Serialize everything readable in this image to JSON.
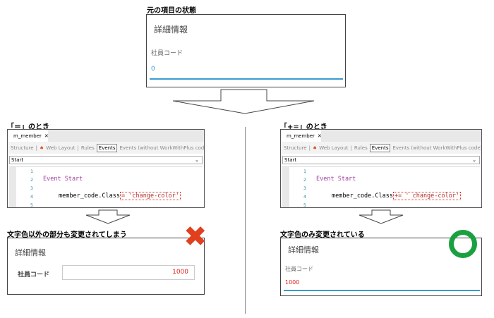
{
  "original": {
    "label": "元の項目の状態",
    "section_title": "詳細情報",
    "field_label": "社員コード",
    "field_value": "0"
  },
  "left": {
    "label": "「＝」のとき",
    "tab": "m_member",
    "tabs": [
      "Structure",
      "Web Layout",
      "Rules",
      "Events",
      "Events (without WorkWithPlus code)"
    ],
    "dropdown": "Start",
    "lines": [
      "1",
      "2",
      "3",
      "4",
      "5"
    ],
    "code_event": "Event Start",
    "code_prop": "member_code.Class",
    "code_op": "= 'change-color'",
    "result_label": "文字色以外の部分も変更されてしまう",
    "result_title": "詳細情報",
    "result_field_label": "社員コード",
    "result_value": "1000",
    "mark": "cross-icon"
  },
  "right": {
    "label": "「+=」のとき",
    "tab": "m_member",
    "tabs": [
      "Structure",
      "Web Layout",
      "Rules",
      "Events",
      "Events (without WorkWithPlus code)"
    ],
    "dropdown": "Start",
    "lines": [
      "1",
      "2",
      "3",
      "4",
      "5"
    ],
    "code_event": "Event Start",
    "code_prop": "member_code.Class",
    "code_op": "+= ' change-color'",
    "result_label": "文字色のみ変更されている",
    "result_title": "詳細情報",
    "result_field_label": "社員コード",
    "result_value": "1000",
    "mark": "circle-icon"
  },
  "colors": {
    "accent_blue": "#3a9ad0",
    "changed_red": "#e02020",
    "cross": "#e0401e",
    "circle": "#1aa040"
  }
}
